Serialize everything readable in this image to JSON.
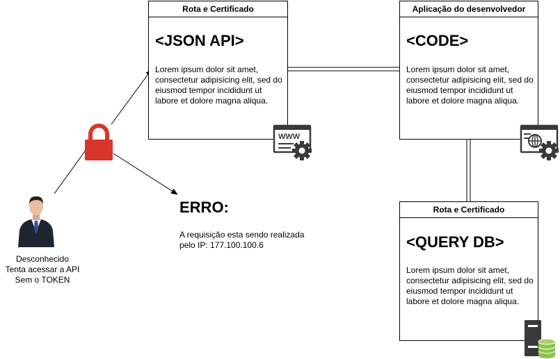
{
  "boxes": {
    "json_api": {
      "header": "Rota e Certificado",
      "title": "<JSON API>",
      "text": "Lorem ipsum dolor sit amet, consectetur adipisicing elit, sed do eiusmod tempor incididunt ut labore et dolore magna aliqua."
    },
    "code": {
      "header": "Aplicação do desenvolvedor",
      "title": "<CODE>",
      "text": "Lorem ipsum dolor sit amet, consectetur adipisicing elit, sed do eiusmod tempor incididunt ut labore et dolore magna aliqua."
    },
    "query_db": {
      "header": "Rota e Certificado",
      "title": "<QUERY DB>",
      "text": "Lorem ipsum dolor sit amet, consectetur adipisicing elit, sed do eiusmod tempor incididunt ut labore et dolore magna aliqua."
    }
  },
  "error": {
    "title": "ERRO:",
    "message": "A requisição esta sendo realizada pelo IP: 177.100.100.6"
  },
  "person": {
    "caption_lines": [
      "Desconhecido",
      "Tenta acessar a API",
      "Sem o TOKEN"
    ]
  },
  "icons": {
    "web_settings_label": "WWW",
    "lock": "lock-icon",
    "user": "user-icon",
    "db_server": "database-server-icon",
    "web_globe_settings": "globe-settings-icon"
  },
  "colors": {
    "lock": "#d9362b",
    "db": "#8bc34a",
    "icon_dark": "#3a3a3a"
  }
}
